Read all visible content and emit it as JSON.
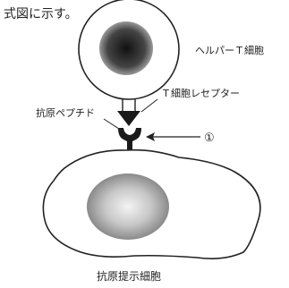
{
  "caption_top": "式図に示す。",
  "labels": {
    "helper_t_cell": "ヘルパーＴ細胞",
    "t_cell_receptor": "Ｔ細胞レセプター",
    "antigen_peptide": "抗原ペプチド",
    "marker": "①",
    "antigen_presenting_cell": "抗原提示細胞"
  },
  "colors": {
    "line": "#222222",
    "receptor_fill": "#1a1a1a",
    "helper_nucleus_center": "#111111",
    "helper_nucleus_edge": "#9a9a9a",
    "apc_nucleus_center": "#f2f2f2",
    "apc_nucleus_edge": "#8a8a8a"
  }
}
